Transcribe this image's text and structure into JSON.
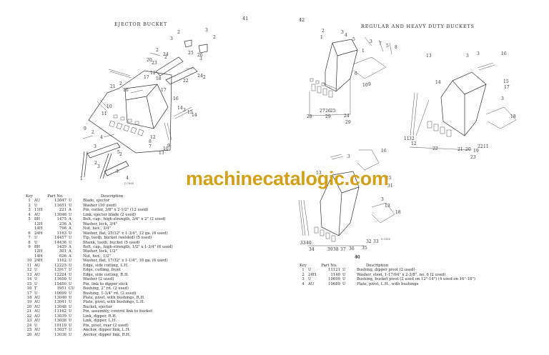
{
  "left_page": {
    "title": "EJECTOR BUCKET",
    "page_number": "41",
    "figure_ref": "D 1864",
    "diagram_callouts": [
      "1",
      "2",
      "3",
      "4",
      "5",
      "6",
      "7",
      "8",
      "9",
      "10",
      "11",
      "12",
      "13",
      "14",
      "15",
      "16",
      "17",
      "18",
      "19",
      "20",
      "21",
      "22",
      "23",
      "24",
      "25",
      "26"
    ],
    "parts_list": {
      "headers": {
        "key": "Key",
        "part_no": "Part No.",
        "description": "Description"
      },
      "rows": [
        {
          "key": "1",
          "prefix": "AU",
          "number": "13047",
          "suffix": "U",
          "description": "Blade, ejector"
        },
        {
          "key": "2",
          "prefix": "U",
          "number": "11651",
          "suffix": "U",
          "description": "Washer (10 used)"
        },
        {
          "key": "3",
          "prefix": "11H",
          "number": "221",
          "suffix": "A",
          "description": "Pin, cotter, 3/8\" x 2-1/2\" (12 used)"
        },
        {
          "key": "4",
          "prefix": "AU",
          "number": "13046",
          "suffix": "U",
          "description": "Link, ejector blade (2 used)"
        },
        {
          "key": "5",
          "prefix": "8H",
          "number": "1475",
          "suffix": "A",
          "description": "Bolt, cap., high-strength, 3/4\" x 2\" (2 used)"
        },
        {
          "key": "",
          "prefix": "12H",
          "number": "236",
          "suffix": "A",
          "description": "Washer, lock, 3/4\""
        },
        {
          "key": "",
          "prefix": "14H",
          "number": "796",
          "suffix": "A",
          "description": "Nut, hex., 3/4\""
        },
        {
          "key": "6",
          "prefix": "24H",
          "number": "1163",
          "suffix": "U",
          "description": "Washer, flat, 25/32\" x 1-3/4\", 12 ga. (6 used)"
        },
        {
          "key": "7",
          "prefix": "U",
          "number": "14457",
          "suffix": "U",
          "description": "Tip, tooth, bucket (welded) (5 used)"
        },
        {
          "key": "8",
          "prefix": "U",
          "number": "14436",
          "suffix": "U",
          "description": "Shank, tooth, bucket (5 used)"
        },
        {
          "key": "9",
          "prefix": "8H",
          "number": "1439",
          "suffix": "A",
          "description": "Bolt, cap., high-strength, 1/2\" x 1-3/4\" (6 used)"
        },
        {
          "key": "",
          "prefix": "12H",
          "number": "301",
          "suffix": "A",
          "description": "Washer, lock, 1/2\""
        },
        {
          "key": "",
          "prefix": "14H",
          "number": "626",
          "suffix": "A",
          "description": "Nut, hex., 1/2\""
        },
        {
          "key": "10",
          "prefix": "24H",
          "number": "1162",
          "suffix": "U",
          "description": "Washer, flat, 17/32\" x 1-1/4\", 16 ga. (6 used)"
        },
        {
          "key": "11",
          "prefix": "AU",
          "number": "12225",
          "suffix": "U",
          "description": "Edge, side cutting, L.H."
        },
        {
          "key": "12",
          "prefix": "U",
          "number": "13917",
          "suffix": "U",
          "description": "Edge, cutting, front"
        },
        {
          "key": "13",
          "prefix": "AU",
          "number": "12224",
          "suffix": "U",
          "description": "Edge, side cutting, R.H."
        },
        {
          "key": "14",
          "prefix": "U",
          "number": "11650",
          "suffix": "U",
          "description": "Washer (2 used)"
        },
        {
          "key": "15",
          "prefix": "U",
          "number": "15450",
          "suffix": "U",
          "description": "Pin, link to dipper stick"
        },
        {
          "key": "16",
          "prefix": "T",
          "number": "1951",
          "suffix": "CU",
          "description": "Bushing, 2\" rd. (2 used)"
        },
        {
          "key": "17",
          "prefix": "U",
          "number": "10699",
          "suffix": "U",
          "description": "Bushing, 1-3/4\" rd. (2 used)"
        },
        {
          "key": "18",
          "prefix": "AU",
          "number": "13040",
          "suffix": "U",
          "description": "Plate, pivot, with bushings, R.H."
        },
        {
          "key": "19",
          "prefix": "AU",
          "number": "13041",
          "suffix": "U",
          "description": "Plate, pivot, with bushings, L.H."
        },
        {
          "key": "20",
          "prefix": "AU",
          "number": "13048",
          "suffix": "U",
          "description": "Bucket, ejector"
        },
        {
          "key": "21",
          "prefix": "AU",
          "number": "11162",
          "suffix": "U",
          "description": "Pin, assembly, control link to bucket"
        },
        {
          "key": "22",
          "prefix": "AU",
          "number": "13039",
          "suffix": "U",
          "description": "Link, dipper, R.H."
        },
        {
          "key": "23",
          "prefix": "AU",
          "number": "13038",
          "suffix": "U",
          "description": "Link, dipper, L.H."
        },
        {
          "key": "24",
          "prefix": "U",
          "number": "10110",
          "suffix": "U",
          "description": "Pin, pivot, rear (2 used)"
        },
        {
          "key": "25",
          "prefix": "AU",
          "number": "13037",
          "suffix": "U",
          "description": "Anchor, dipper link, L.H."
        },
        {
          "key": "26",
          "prefix": "AU",
          "number": "13036",
          "suffix": "U",
          "description": "Anchor, dipper link, R.H."
        }
      ]
    }
  },
  "right_page": {
    "title": "REGULAR AND HEAVY DUTY BUCKETS",
    "page_number": "42",
    "figure_ref": "D 1814",
    "figure_caption_number": "40",
    "parts_list": {
      "headers": {
        "key": "Key",
        "part_no": "Part No.",
        "description": "Description"
      },
      "rows": [
        {
          "key": "1",
          "prefix": "U",
          "number": "11121",
          "suffix": "U",
          "description": "Bushing, dipper pivot (2 used)"
        },
        {
          "key": "2",
          "prefix": "24H",
          "number": "1140",
          "suffix": "U",
          "description": "Washer, steel, 1-17/64\" x 2-3/8\", no. 6 (2 used)"
        },
        {
          "key": "3",
          "prefix": "U",
          "number": "10699",
          "suffix": "U",
          "description": "Bushing, bucket pivot (2 used on 12\"-14\") (4 used on 16\"-18\")"
        },
        {
          "key": "4",
          "prefix": "AU",
          "number": "10689",
          "suffix": "U",
          "description": "Plate, pivot, L.H., with bushings"
        }
      ]
    }
  },
  "watermark": {
    "text": "machinecatalogic.com",
    "color": "#D4A017"
  }
}
